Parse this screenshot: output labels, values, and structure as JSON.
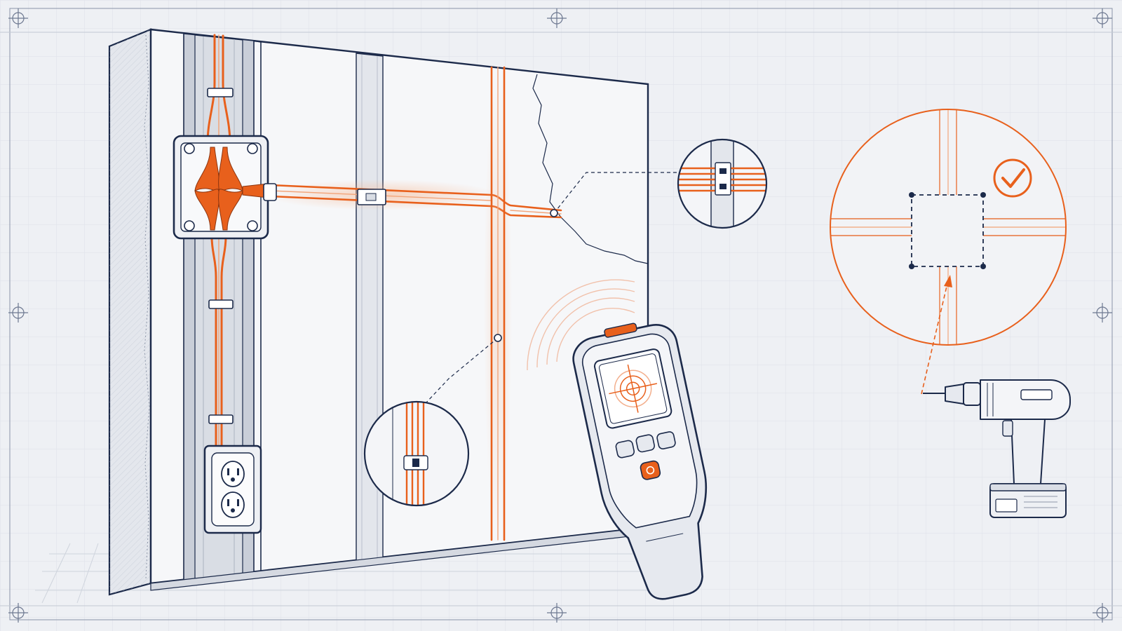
{
  "colors": {
    "background": "#eef0f4",
    "grid": "#dde1e9",
    "ink": "#1c2a4a",
    "wire": "#e8601c",
    "wire_light": "#f2a57a",
    "paper": "#f6f7f9",
    "stud": "#d9dde4",
    "panel_shade": "#c9ced8"
  },
  "icons": {
    "registration_marks": "crosshair-icon",
    "scan_target": "crosshair-target-icon",
    "drill_point": "check-mark-icon"
  },
  "components": {
    "wall": "drywall-section",
    "junction": "junction-box",
    "outlet": "duplex-outlet",
    "scanner": "stud-finder-scanner",
    "tool": "cordless-drill",
    "safe_zone": "safe-drilling-zone"
  }
}
